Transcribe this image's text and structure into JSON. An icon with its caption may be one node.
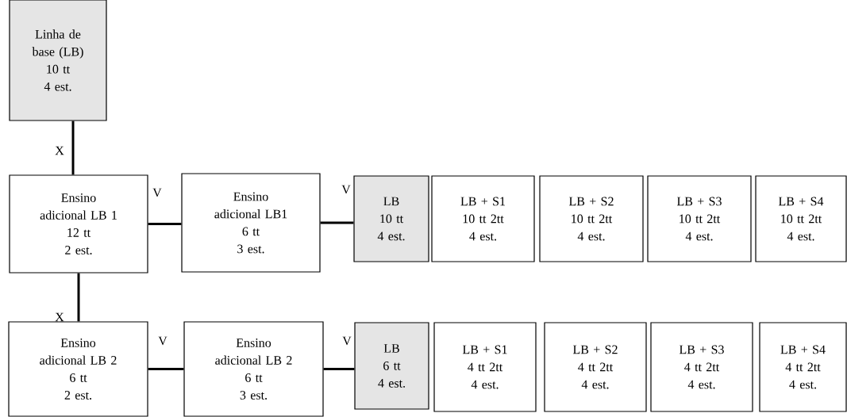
{
  "diagram": {
    "nodes": [
      {
        "text": [
          "Linha de base (LB)",
          "10 tt",
          "4 est."
        ]
      },
      {
        "text": [
          "Ensino adicional LB 1",
          "12 tt",
          "2 est."
        ]
      },
      {
        "text": [
          "Ensino adicional LB1",
          "6 tt",
          "3 est."
        ]
      },
      {
        "text": [
          "LB",
          "10 tt",
          "4 est."
        ]
      },
      {
        "text": [
          "LB + S1",
          "10 tt   2tt",
          "4 est."
        ]
      },
      {
        "text": [
          "LB + S2",
          "10 tt   2tt",
          "4 est."
        ]
      },
      {
        "text": [
          "LB + S3",
          "10 tt   2tt",
          "4 est."
        ]
      },
      {
        "text": [
          "LB + S4",
          "10 tt   2tt",
          "4 est."
        ]
      },
      {
        "text": [
          "Ensino adicional LB 2",
          "6 tt",
          "2 est."
        ]
      },
      {
        "text": [
          "Ensino adicional LB 2",
          "6 tt",
          "3 est."
        ]
      },
      {
        "text": [
          "LB",
          "6 tt",
          "4 est."
        ]
      },
      {
        "text": [
          "LB + S1",
          "4 tt   2tt",
          "4 est."
        ]
      },
      {
        "text": [
          "LB + S2",
          "4 tt   2tt",
          "4 est."
        ]
      },
      {
        "text": [
          "LB + S3",
          "4 tt   2tt",
          "4 est."
        ]
      },
      {
        "text": [
          "LB + S4",
          "4 tt   2tt",
          "4 est."
        ]
      }
    ],
    "edges": [
      {
        "from": 0,
        "to": 1,
        "arrow": "none",
        "label": "X"
      },
      {
        "from": 1,
        "to": 2,
        "arrow": "none",
        "label": "V"
      },
      {
        "from": 2,
        "to": 3,
        "arrow": "none",
        "label": "V"
      },
      {
        "from": 1,
        "to": 8,
        "arrow": "none",
        "label": "X"
      },
      {
        "from": 8,
        "to": 9,
        "arrow": "none",
        "label": "V"
      },
      {
        "from": 9,
        "to": 10,
        "arrow": "none",
        "label": "V"
      }
    ]
  }
}
